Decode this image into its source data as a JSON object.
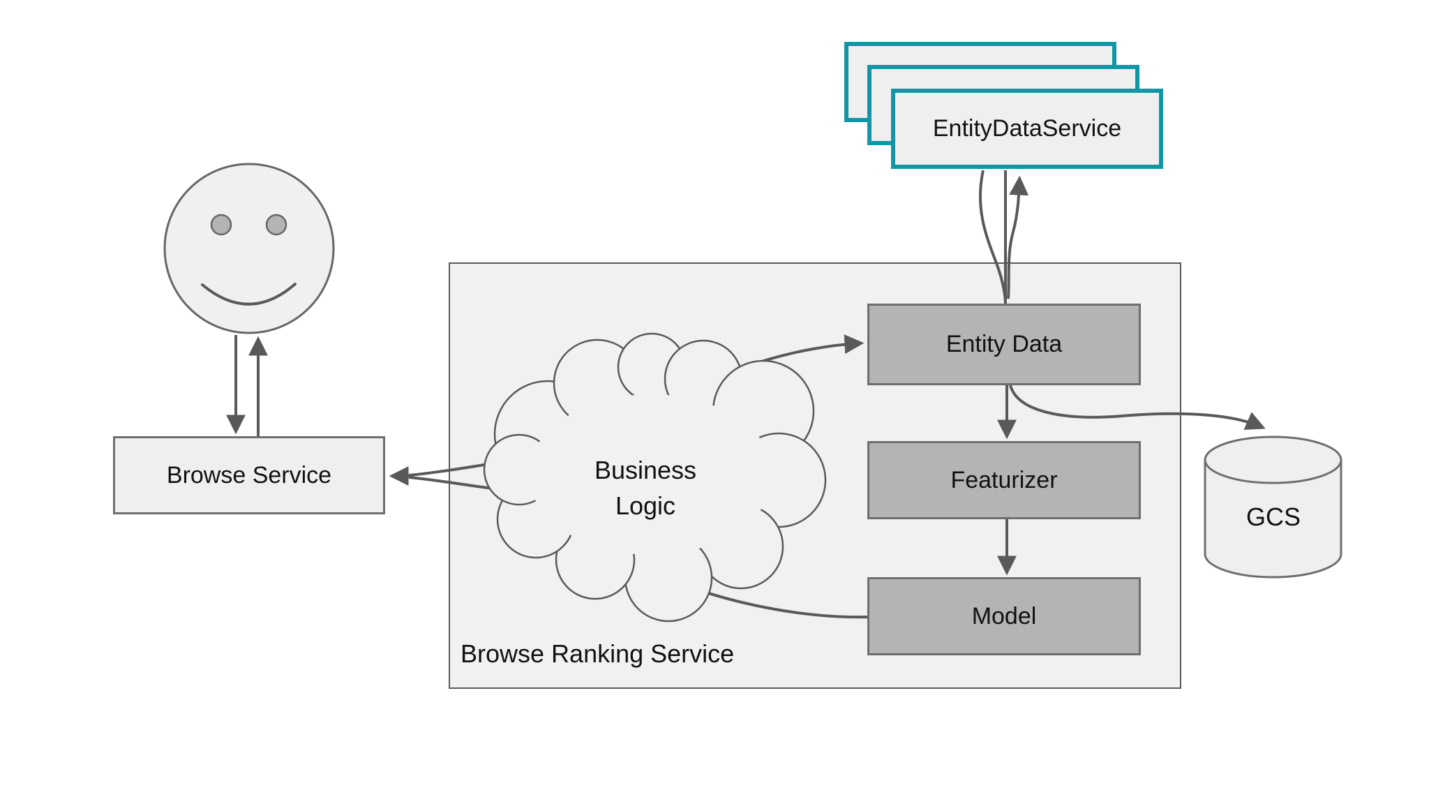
{
  "diagram": {
    "type": "architecture-flow",
    "background": "#ffffff"
  },
  "colors": {
    "accent_teal": "#1096a4",
    "gray_node_fill": "#b4b4b4",
    "light_node_fill": "#efefef",
    "container_fill": "#f1f1f1",
    "connector_stroke": "#595959",
    "border_gray": "#6e6e6e",
    "text": "#111111"
  },
  "nodes": {
    "user": {
      "icon": "smiley-face-user-icon"
    },
    "browse_service": {
      "label": "Browse Service"
    },
    "browse_ranking_service": {
      "label": "Browse Ranking Service"
    },
    "business_logic": {
      "label": "Business\nLogic",
      "shape": "cloud"
    },
    "entity_data_service": {
      "label": "EntityDataService",
      "stack_count": 3,
      "border_color": "#1096a4"
    },
    "entity_data": {
      "label": "Entity Data"
    },
    "featurizer": {
      "label": "Featurizer"
    },
    "model": {
      "label": "Model"
    },
    "gcs": {
      "label": "GCS",
      "shape": "cylinder"
    }
  },
  "edges": [
    {
      "from": "User",
      "to": "Browse Service",
      "direction": "both"
    },
    {
      "from": "Business Logic",
      "to": "Browse Service",
      "direction": "to"
    },
    {
      "from": "Business Logic",
      "to": "Entity Data",
      "direction": "to"
    },
    {
      "from": "EntityDataService",
      "to": "Entity Data",
      "direction": "both"
    },
    {
      "from": "Entity Data",
      "to": "Featurizer",
      "direction": "to"
    },
    {
      "from": "Featurizer",
      "to": "Model",
      "direction": "to"
    },
    {
      "from": "Model",
      "to": "Business Logic",
      "direction": "to"
    },
    {
      "from": "Entity Data",
      "to": "GCS",
      "direction": "to"
    }
  ]
}
